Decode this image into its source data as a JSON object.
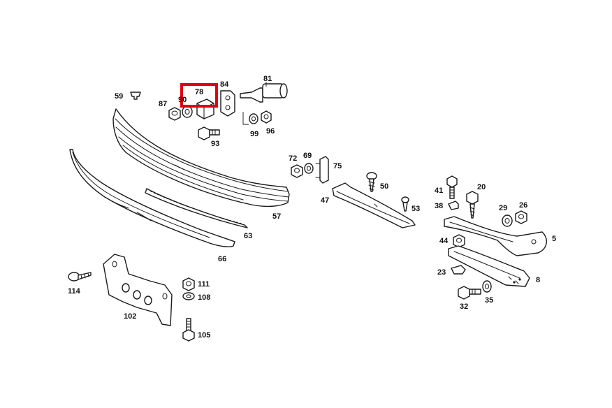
{
  "diagram": {
    "highlight": {
      "callout": "78",
      "color": "#e3000f"
    },
    "line_color": "#1a1a1a",
    "callouts": {
      "c59": "59",
      "c87": "87",
      "c90": "90",
      "c78": "78",
      "c84": "84",
      "c81": "81",
      "c99": "99",
      "c96": "96",
      "c93": "93",
      "c72": "72",
      "c69": "69",
      "c75": "75",
      "c50": "50",
      "c47": "47",
      "c53": "53",
      "c57": "57",
      "c63": "63",
      "c66": "66",
      "c41": "41",
      "c20": "20",
      "c38": "38",
      "c29": "29",
      "c26": "26",
      "c5": "5",
      "c44": "44",
      "c23": "23",
      "c8": "8",
      "c32": "32",
      "c35": "35",
      "c114": "114",
      "c102": "102",
      "c111": "111",
      "c108": "108",
      "c105": "105"
    }
  }
}
